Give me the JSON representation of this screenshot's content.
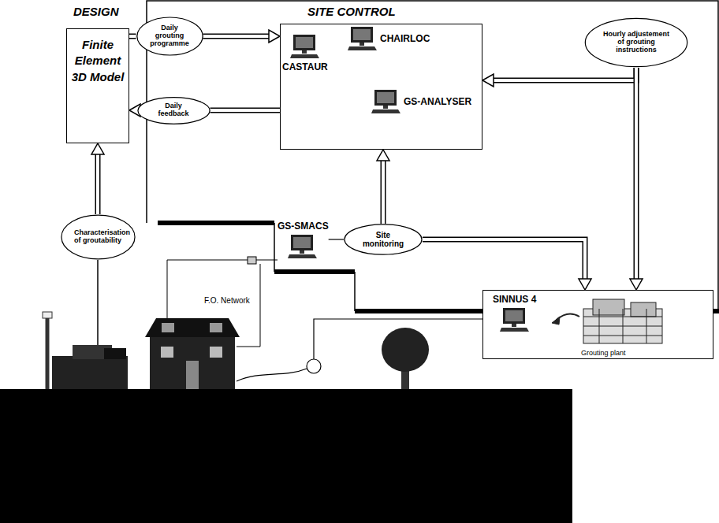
{
  "diagram": {
    "nodes": [
      {
        "text": [
          "Finite Element 3D Model"
        ]
      },
      {
        "text": [
          "SITE CONTROL"
        ]
      },
      {
        "text": [
          "CASTAUR"
        ],
        "in": 1
      },
      {
        "text": [
          "CHAIRLOC"
        ],
        "in": 1
      },
      {
        "text": [
          "GS-ANALYSER"
        ],
        "in": 1
      },
      {
        "text": [
          "Daily grouting programme"
        ]
      },
      {
        "text": [
          "Daily feedback"
        ]
      },
      {
        "text": [
          "Hourly adjustement of grouting instructions"
        ]
      },
      {
        "text": [
          "Characterisation of groutability"
        ]
      },
      {
        "text": [
          "GS-SMACS"
        ]
      },
      {
        "text": [
          "Site monitoring"
        ]
      },
      {
        "text": [
          "Grouting plant"
        ]
      },
      {
        "text": [
          "SINNUS 4"
        ],
        "in": 11
      }
    ],
    "edges": [
      {
        "from": 0,
        "to": 5,
        "arrow": "none"
      },
      {
        "from": 5,
        "to": 1,
        "arrow": "to"
      },
      {
        "from": 1,
        "to": 6,
        "arrow": "none"
      },
      {
        "from": 6,
        "to": 0,
        "arrow": "to"
      },
      {
        "from": 7,
        "to": 1,
        "arrow": "to"
      },
      {
        "from": 7,
        "to": 11,
        "arrow": "to"
      },
      {
        "from": 8,
        "to": 0,
        "arrow": "to"
      },
      {
        "from": 9,
        "to": 10,
        "arrow": "none"
      },
      {
        "from": 10,
        "to": 1,
        "arrow": "to"
      },
      {
        "from": 10,
        "to": 11,
        "arrow": "to"
      }
    ],
    "labels": [
      "DESIGN",
      "F.O. Network"
    ]
  }
}
